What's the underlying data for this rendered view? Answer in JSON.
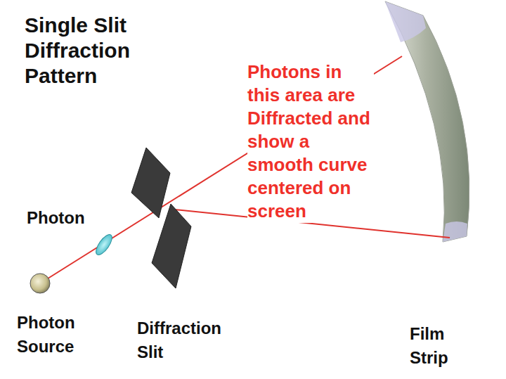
{
  "diagram": {
    "title": "Single Slit Diffraction Pattern",
    "labels": [
      "Photon",
      "Photon Source",
      "Diffraction Slit",
      "Film Strip",
      "Photons in this area are Diffracted and show a smooth curve centered on screen"
    ]
  }
}
